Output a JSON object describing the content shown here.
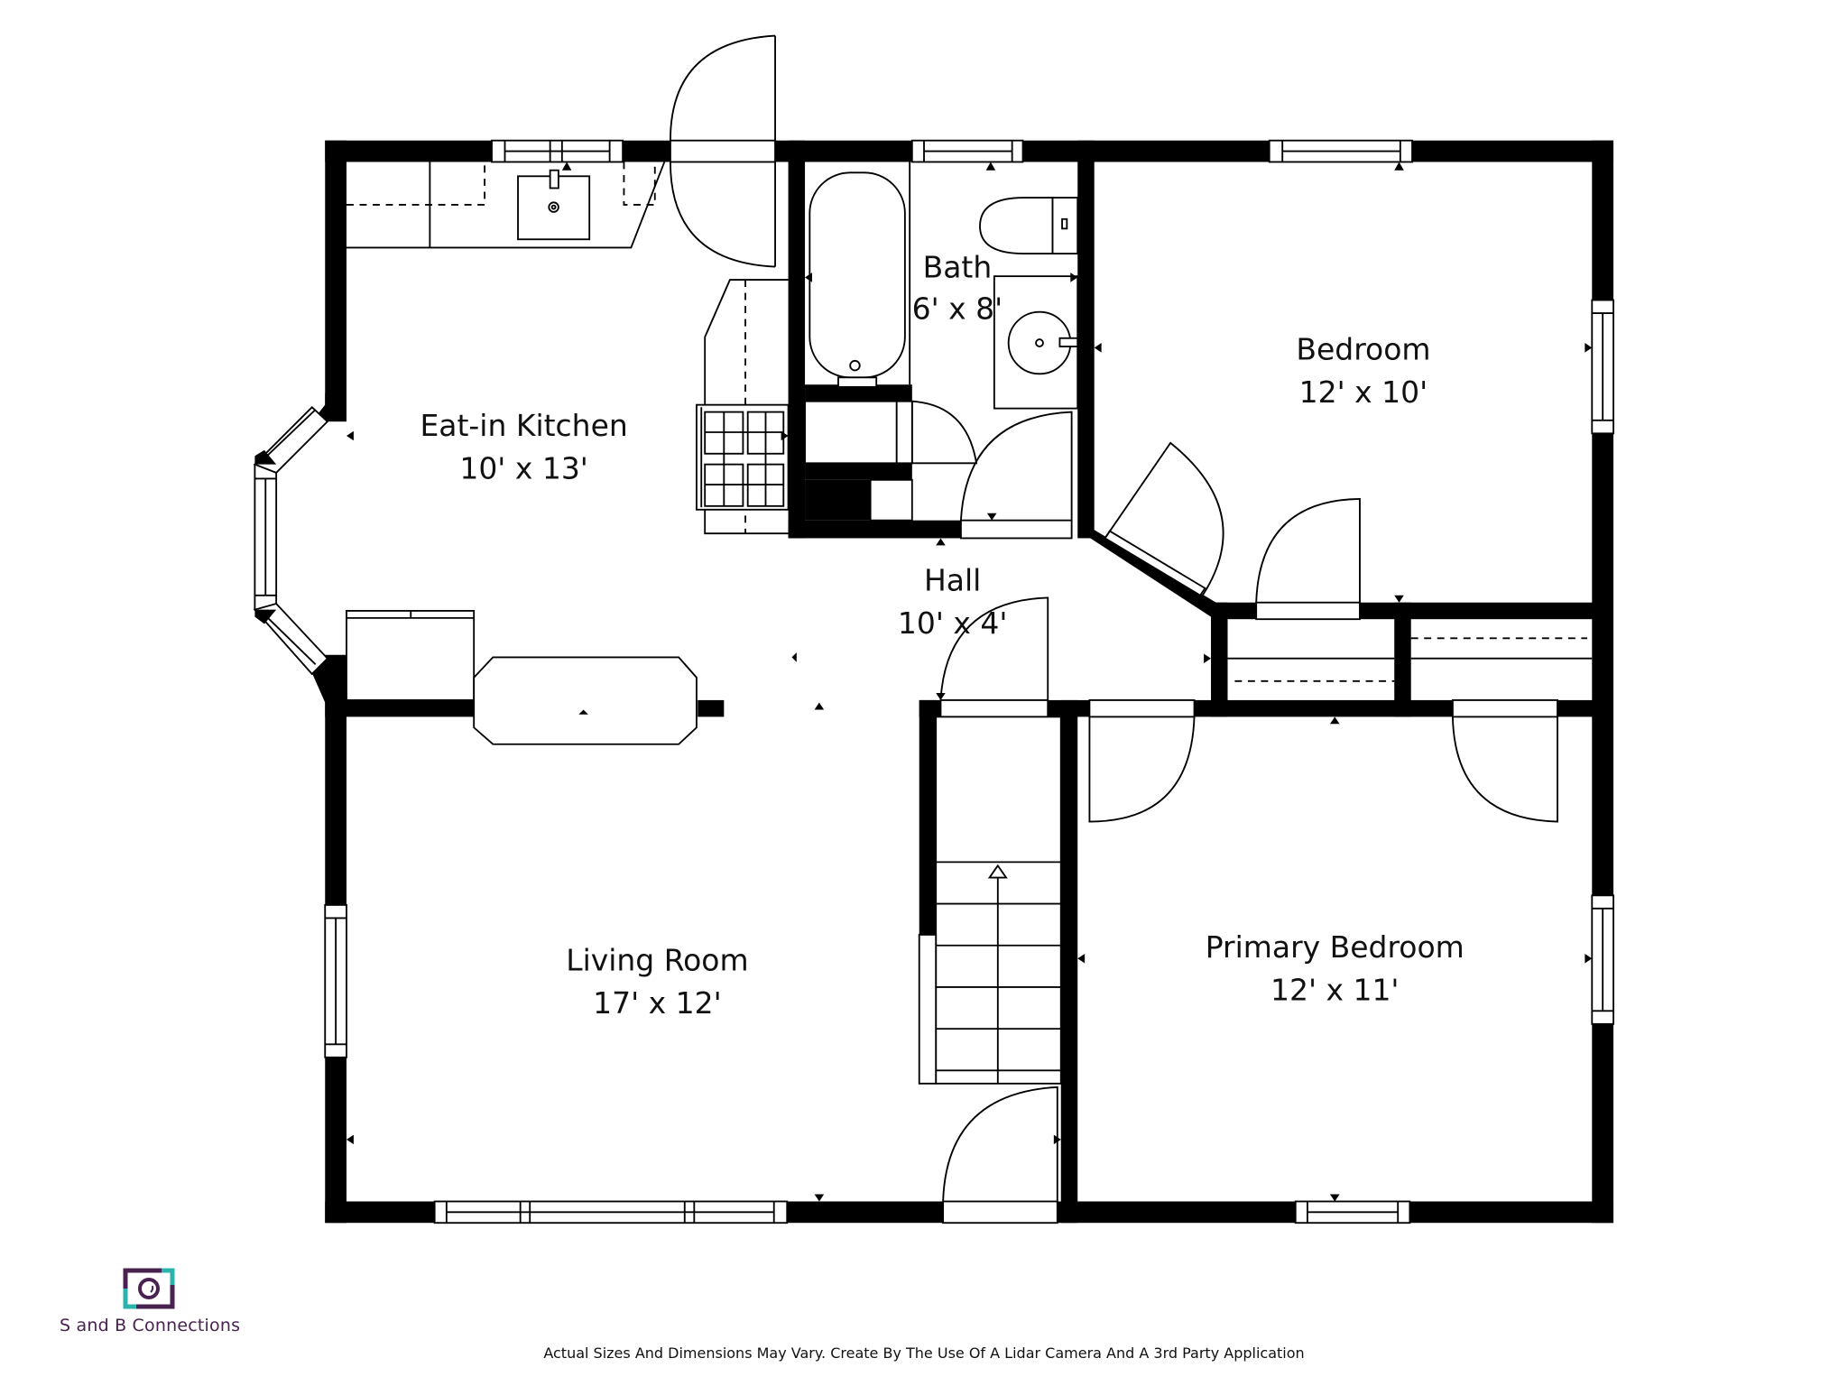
{
  "floor_plan": {
    "rooms": [
      {
        "id": "kitchen",
        "name": "Eat-in Kitchen",
        "dimensions": "10' x 13'"
      },
      {
        "id": "bath",
        "name": "Bath",
        "dimensions": "6' x 8'"
      },
      {
        "id": "bedroom",
        "name": "Bedroom",
        "dimensions": "12' x 10'"
      },
      {
        "id": "hall",
        "name": "Hall",
        "dimensions": "10' x 4'"
      },
      {
        "id": "living",
        "name": "Living Room",
        "dimensions": "17' x 12'"
      },
      {
        "id": "primary",
        "name": "Primary Bedroom",
        "dimensions": "12' x 11'"
      }
    ],
    "symbols": [
      "wall",
      "window",
      "door-swing",
      "bay-window",
      "stairs-up-arrow",
      "kitchen-sink",
      "range-cooktop",
      "bathtub",
      "toilet",
      "bathroom-sink",
      "kitchen-island",
      "closet-shelf",
      "camera-marker"
    ]
  },
  "branding": {
    "logo_icon": "camera-frame-icon",
    "company_name": "S and B Connections",
    "colors": {
      "purple": "#4a2252",
      "teal": "#2bb3ad"
    }
  },
  "footer": {
    "disclaimer": "Actual Sizes And Dimensions May Vary. Create By The Use Of A Lidar Camera And A 3rd Party Application"
  }
}
